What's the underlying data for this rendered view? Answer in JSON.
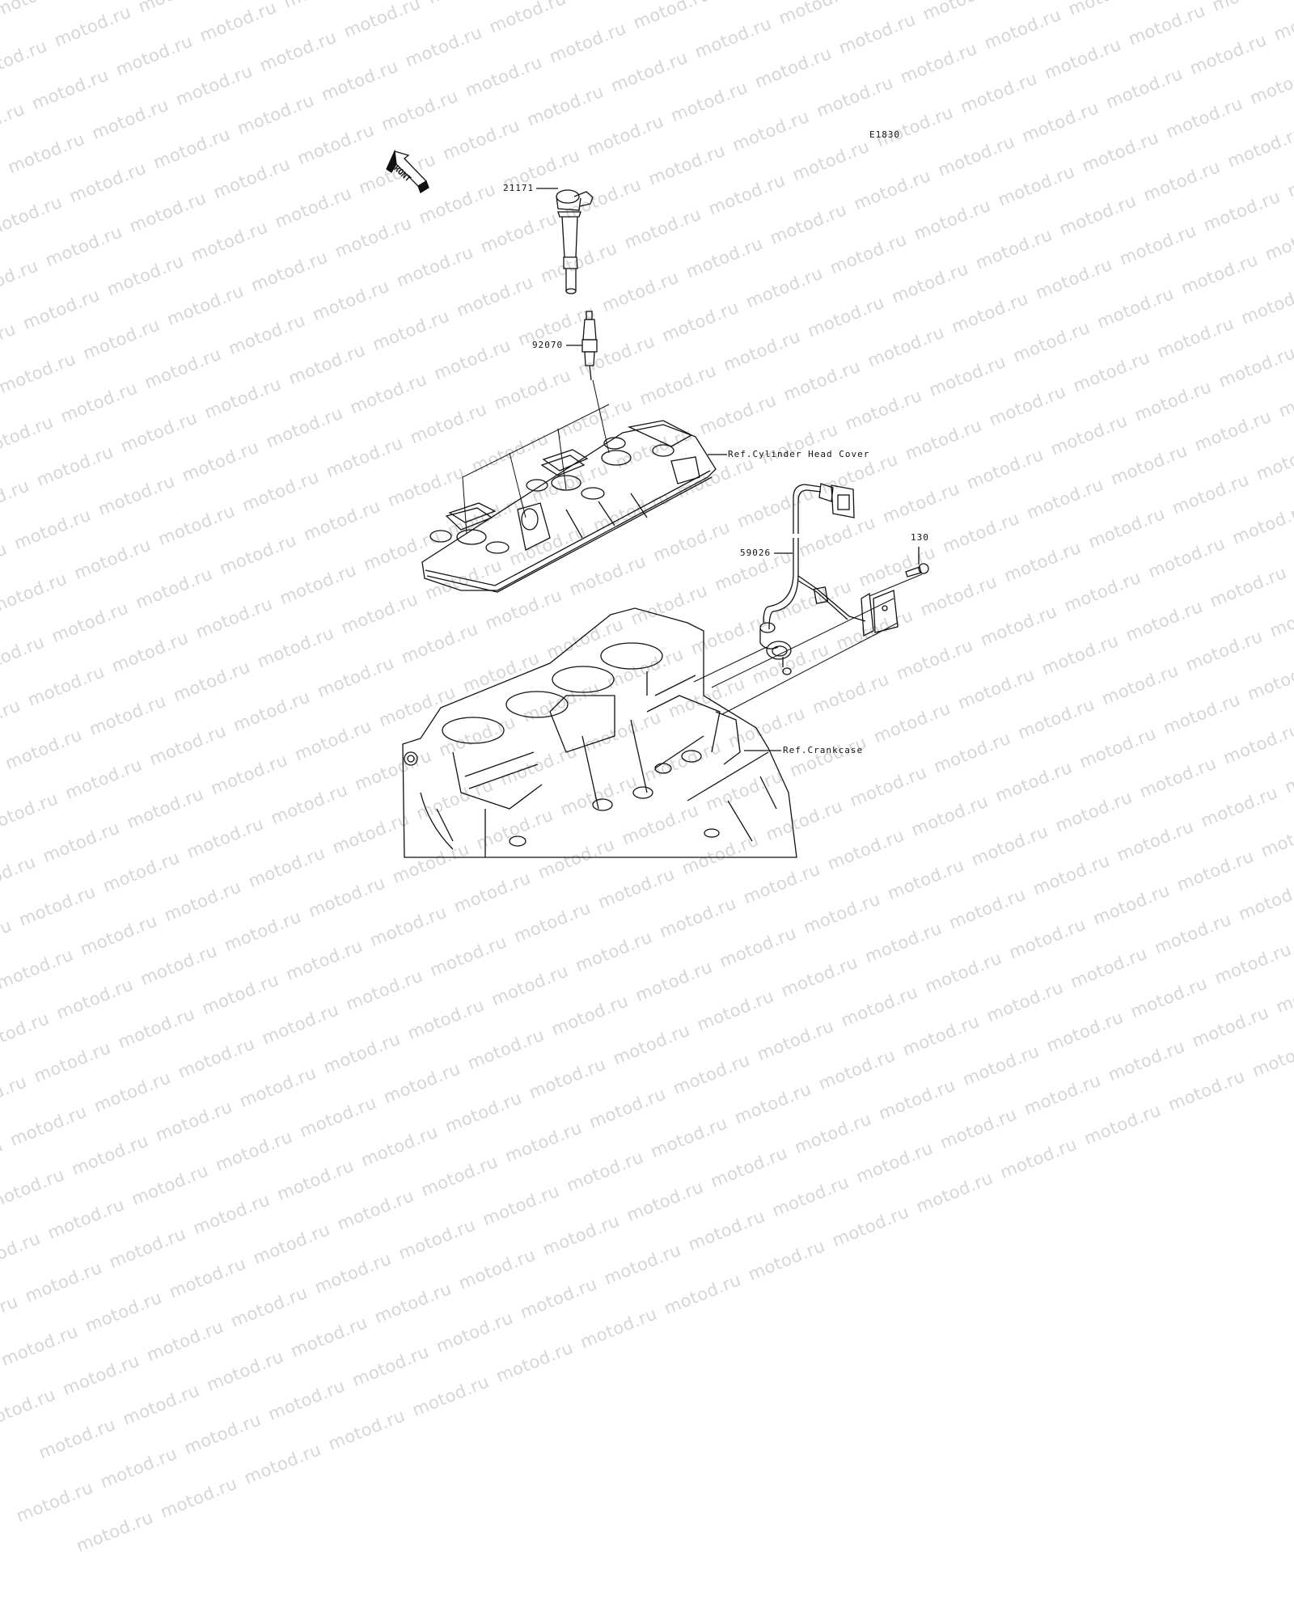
{
  "diagram": {
    "code": "E1830",
    "watermark": "motod.ru",
    "direction_indicator": "FRONT",
    "parts": [
      {
        "number": "21171",
        "name": "ignition-coil"
      },
      {
        "number": "92070",
        "name": "spark-plug"
      },
      {
        "number": "59026",
        "name": "crankshaft-sensor-harness"
      },
      {
        "number": "130",
        "name": "bolt"
      }
    ],
    "references": [
      {
        "label": "Ref.Cylinder Head Cover"
      },
      {
        "label": "Ref.Crankcase"
      }
    ],
    "colors": {
      "line": "#111111",
      "watermark": "#d6d6d6",
      "background": "#ffffff"
    }
  }
}
